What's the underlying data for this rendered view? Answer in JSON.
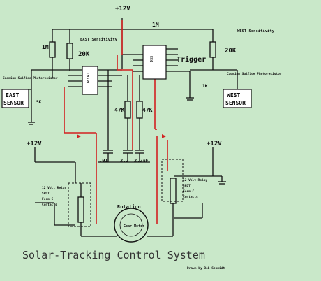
{
  "title": "Solar-Tracking Control System",
  "credit": "Drawn by Bob Schmidt",
  "supply_top": "+12V",
  "supply_left": "+12V",
  "supply_right": "+12V",
  "r_feedback": "1M",
  "r_left": "1M",
  "pot_east": "20K",
  "pot_west": "20K",
  "east_sens_label": "EAST Sensitivity",
  "west_sens_label": "WEST Sensitivity",
  "trigger": "Trigger",
  "chip_left": "LM339",
  "chip_right": "556",
  "east_sensor": [
    "EAST",
    "SENSOR"
  ],
  "west_sensor": [
    "WEST",
    "SENSOR"
  ],
  "east_cell_label": "Cadmium Sulfide Photoresistor",
  "west_cell_label": "Cadmium Sulfide Photoresistor",
  "r_east_small": "5K",
  "r_west_small": "1K",
  "r_mid1": "47K",
  "r_mid2": "47K",
  "c1": ".01",
  "c2": "2.2",
  "c3": "2.2",
  "c_unit": "uF",
  "motor_label": "Rotation",
  "motor_text": "Gear Motor",
  "relay_left": [
    "12 Volt Relay",
    "SPDT",
    "Form C",
    "Contacts"
  ],
  "relay_right": [
    "12 Volt Relay",
    "SPDT",
    "Form C",
    "Contacts"
  ],
  "colors": {
    "bg": "#c9e8c9",
    "wire": "#111111",
    "signal": "#d22020",
    "box": "#ffffff"
  }
}
